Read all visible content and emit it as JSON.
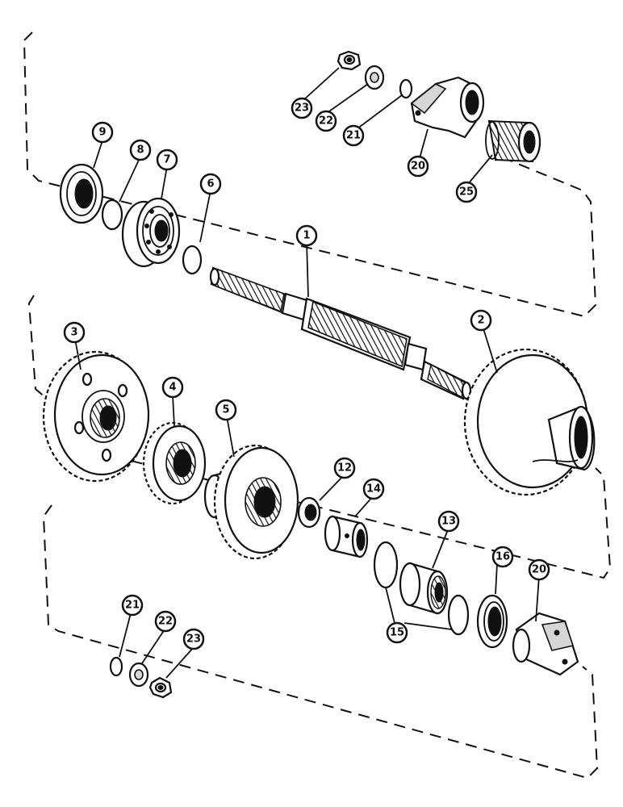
{
  "callouts": [
    {
      "id": "c1",
      "label": "1"
    },
    {
      "id": "c2",
      "label": "2"
    },
    {
      "id": "c3",
      "label": "3"
    },
    {
      "id": "c4",
      "label": "4"
    },
    {
      "id": "c5",
      "label": "5"
    },
    {
      "id": "c6",
      "label": "6"
    },
    {
      "id": "c7",
      "label": "7"
    },
    {
      "id": "c8",
      "label": "8"
    },
    {
      "id": "c9",
      "label": "9"
    },
    {
      "id": "c12",
      "label": "12"
    },
    {
      "id": "c13",
      "label": "13"
    },
    {
      "id": "c14",
      "label": "14"
    },
    {
      "id": "c15",
      "label": "15"
    },
    {
      "id": "c16",
      "label": "16"
    },
    {
      "id": "c20a",
      "label": "20"
    },
    {
      "id": "c20b",
      "label": "20"
    },
    {
      "id": "c21a",
      "label": "21"
    },
    {
      "id": "c21b",
      "label": "21"
    },
    {
      "id": "c22a",
      "label": "22"
    },
    {
      "id": "c22b",
      "label": "22"
    },
    {
      "id": "c23a",
      "label": "23"
    },
    {
      "id": "c23b",
      "label": "23"
    },
    {
      "id": "c25",
      "label": "25"
    }
  ]
}
